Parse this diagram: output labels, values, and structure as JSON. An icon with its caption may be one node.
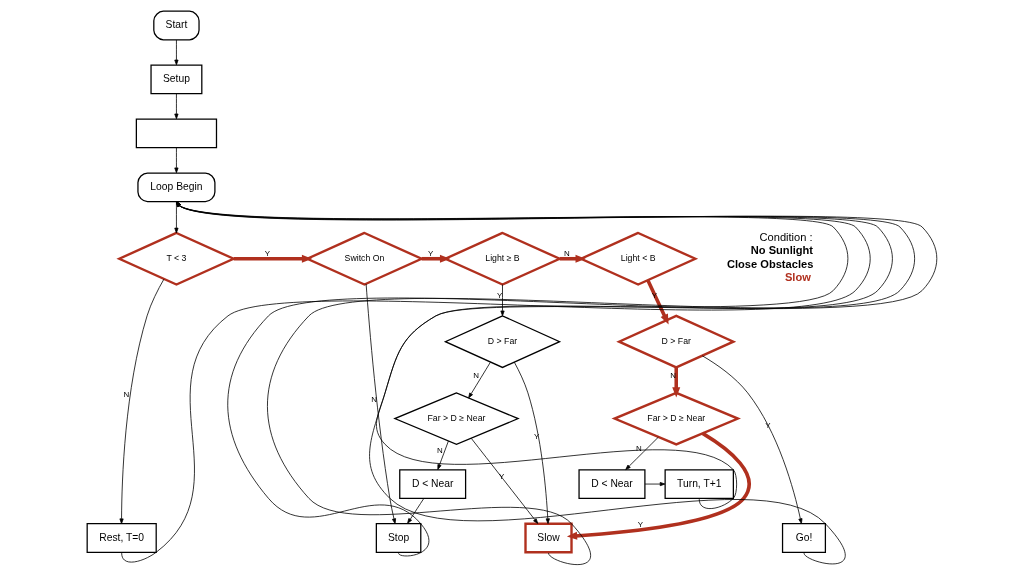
{
  "diagram": {
    "nodes": [
      {
        "text": [
          "Start"
        ]
      },
      {
        "text": [
          "Setup"
        ]
      },
      {
        "text": [],
        "shape": "box"
      },
      {
        "text": [
          "Loop Begin"
        ]
      },
      {
        "text": [
          "T < 3"
        ]
      },
      {
        "text": [
          "Switch On"
        ]
      },
      {
        "text": [
          "Light ≥ B"
        ]
      },
      {
        "text": [
          "Light < B"
        ]
      },
      {
        "text": [
          "D > Far"
        ]
      },
      {
        "text": [
          "Far > D ≥ Near"
        ]
      },
      {
        "text": [
          "D < Near"
        ]
      },
      {
        "text": [
          "D > Far"
        ]
      },
      {
        "text": [
          "Far > D ≥ Near"
        ]
      },
      {
        "text": [
          "D < Near"
        ]
      },
      {
        "text": [
          "Turn, T+1"
        ]
      },
      {
        "text": [
          "Rest, T=0"
        ]
      },
      {
        "text": [
          "Stop"
        ]
      },
      {
        "text": [
          "Slow"
        ]
      },
      {
        "text": [
          "Go!"
        ]
      }
    ],
    "edges": [
      {
        "from": 0,
        "to": 1,
        "arrow": "to"
      },
      {
        "from": 1,
        "to": 2,
        "arrow": "to"
      },
      {
        "from": 2,
        "to": 3,
        "arrow": "to"
      },
      {
        "from": 3,
        "to": 4,
        "arrow": "to"
      },
      {
        "from": 4,
        "to": 5,
        "label": "Y",
        "arrow": "to",
        "style": "thick",
        "color": "#b0301e"
      },
      {
        "from": 4,
        "to": 15,
        "label": "N",
        "arrow": "to"
      },
      {
        "from": 5,
        "to": 6,
        "label": "Y",
        "arrow": "to",
        "style": "thick",
        "color": "#b0301e"
      },
      {
        "from": 5,
        "to": 16,
        "label": "N",
        "arrow": "to"
      },
      {
        "from": 6,
        "to": 7,
        "label": "N",
        "arrow": "to",
        "style": "thick",
        "color": "#b0301e"
      },
      {
        "from": 6,
        "to": 8,
        "label": "Y",
        "arrow": "to"
      },
      {
        "from": 7,
        "to": 11,
        "label": "Y",
        "arrow": "to",
        "style": "thick",
        "color": "#b0301e"
      },
      {
        "from": 8,
        "to": 17,
        "label": "Y",
        "arrow": "to"
      },
      {
        "from": 8,
        "to": 9,
        "label": "N",
        "arrow": "to"
      },
      {
        "from": 9,
        "to": 17,
        "label": "Y",
        "arrow": "to"
      },
      {
        "from": 9,
        "to": 10,
        "label": "N",
        "arrow": "to"
      },
      {
        "from": 10,
        "to": 16,
        "arrow": "to"
      },
      {
        "from": 11,
        "to": 18,
        "label": "Y",
        "arrow": "to"
      },
      {
        "from": 11,
        "to": 12,
        "label": "N",
        "arrow": "to",
        "style": "thick",
        "color": "#b0301e"
      },
      {
        "from": 12,
        "to": 17,
        "label": "Y",
        "arrow": "to",
        "style": "thick",
        "color": "#b0301e"
      },
      {
        "from": 12,
        "to": 13,
        "label": "N",
        "arrow": "to"
      },
      {
        "from": 13,
        "to": 14,
        "arrow": "to"
      },
      {
        "from": 14,
        "to": 3,
        "arrow": "to"
      },
      {
        "from": 15,
        "to": 3,
        "arrow": "to"
      },
      {
        "from": 16,
        "to": 3,
        "arrow": "to"
      },
      {
        "from": 17,
        "to": 3,
        "arrow": "to"
      },
      {
        "from": 18,
        "to": 3,
        "arrow": "to"
      }
    ],
    "labels": [
      "Condition :",
      "No Sunlight",
      "Close Obstacles",
      "Slow"
    ]
  }
}
